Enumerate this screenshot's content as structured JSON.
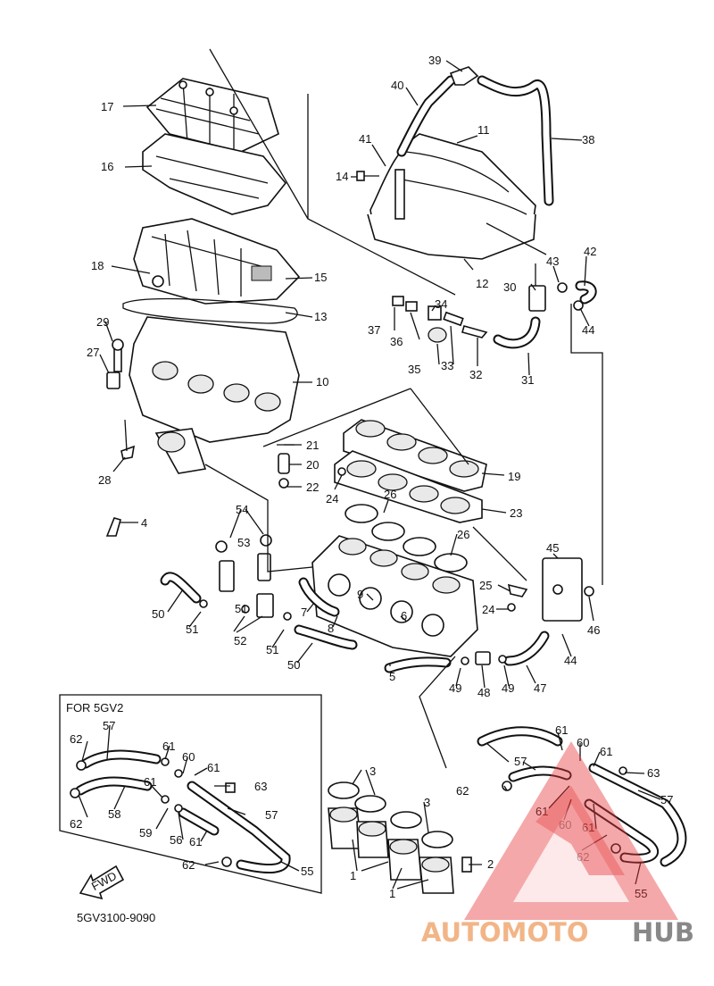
{
  "variant_note": "FOR 5GV2",
  "catalog_code": "5GV3100-9090",
  "fwd_label": "FWD",
  "watermark": {
    "part1": "AUTOMOTO",
    "part2": "HUB",
    "color1": "#f0a36a",
    "color2": "#6b6b6b",
    "logo_color": "#e8383d"
  },
  "labels": {
    "l39": "39",
    "l40": "40",
    "l38": "38",
    "l11": "11",
    "l41": "41",
    "l14": "14",
    "l12": "12",
    "l17": "17",
    "l16": "16",
    "l18": "18",
    "l15": "15",
    "l13": "13",
    "l29": "29",
    "l27": "27",
    "l10": "10",
    "l28": "28",
    "l21": "21",
    "l20": "20",
    "l22": "22",
    "l24a": "24",
    "l19": "19",
    "l26a": "26",
    "l23": "23",
    "l26b": "26",
    "l4": "4",
    "l54": "54",
    "l53": "53",
    "l50a": "50",
    "l51a": "51",
    "l51b": "51",
    "l52": "52",
    "l51c": "51",
    "l50b": "50",
    "l7": "7",
    "l8": "8",
    "l9": "9",
    "l6": "6",
    "l5": "5",
    "l25": "25",
    "l24b": "24",
    "l45": "45",
    "l46": "46",
    "l44b": "44",
    "l47": "47",
    "l48": "48",
    "l49a": "49",
    "l49b": "49",
    "l42": "42",
    "l43": "43",
    "l30": "30",
    "l44a": "44",
    "l34": "34",
    "l37": "37",
    "l36": "36",
    "l35": "35",
    "l33": "33",
    "l32": "32",
    "l31": "31",
    "l57a": "57",
    "l62a": "62",
    "l62b": "62",
    "l58": "58",
    "l61a": "61",
    "l60a": "60",
    "l61b": "61",
    "l61c": "61",
    "l63a": "63",
    "l59": "59",
    "l56": "56",
    "l61d": "61",
    "l57b": "57",
    "l62c": "62",
    "l55a": "55",
    "l3a": "3",
    "l3b": "3",
    "l1a": "1",
    "l1b": "1",
    "l2": "2",
    "l61e": "61",
    "l60b": "60",
    "l61f": "61",
    "l57c": "57",
    "l57d": "57",
    "l63b": "63",
    "l62d": "62",
    "l61g": "61",
    "l60c": "60",
    "l61h": "61",
    "l62e": "62",
    "l55b": "55"
  }
}
